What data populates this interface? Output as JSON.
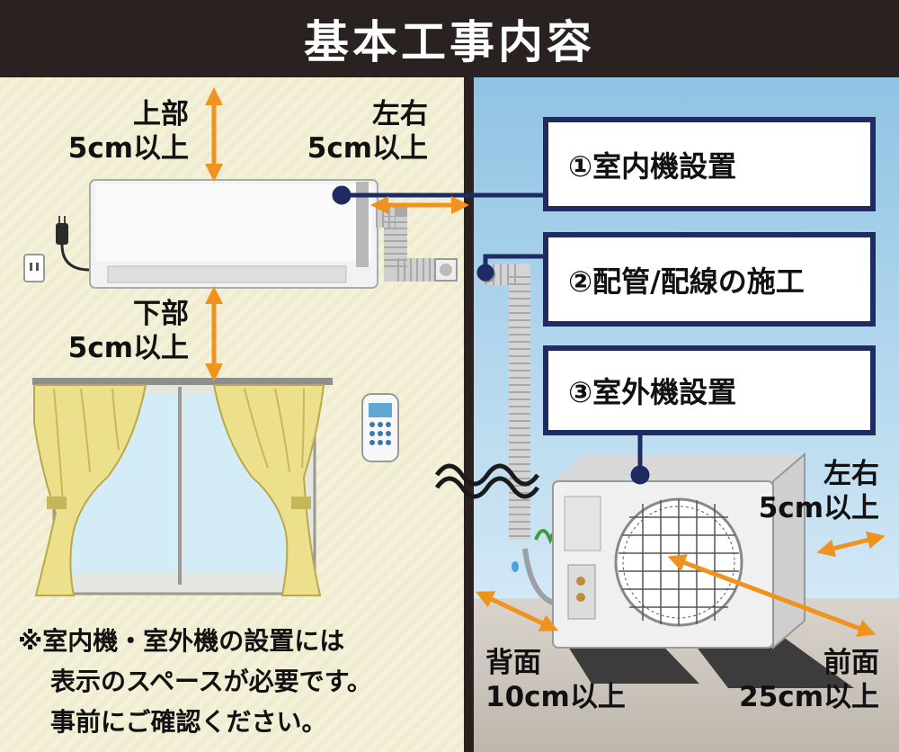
{
  "title": "基本工事内容",
  "labels": {
    "top_line1": "上部",
    "top_line2": "5cm以上",
    "side_line1": "左右",
    "side_line2": "5cm以上",
    "bottom_line1": "下部",
    "bottom_line2": "5cm以上",
    "outdoor_side_line1": "左右",
    "outdoor_side_line2": "5cm以上",
    "back_line1": "背面",
    "back_line2": "10cm以上",
    "front_line1": "前面",
    "front_line2": "25cm以上"
  },
  "callouts": [
    "①室内機設置",
    "②配管/配線の施工",
    "③室外機設置"
  ],
  "note": [
    "※室内機・室外機の設置には",
    "表示のスペースが必要です。",
    "事前にご確認ください。"
  ],
  "colors": {
    "arrow": "#f0921e",
    "callout_border": "#1f2b63",
    "header_bg": "#2a2220",
    "curtain": "#ece08c"
  }
}
